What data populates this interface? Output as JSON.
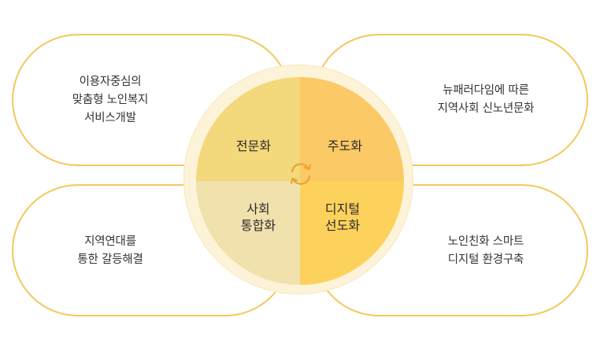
{
  "center": {
    "quadrants": [
      {
        "id": "top-left",
        "lines": [
          "전문화"
        ]
      },
      {
        "id": "top-right",
        "lines": [
          "주도화"
        ]
      },
      {
        "id": "bottom-left",
        "lines": [
          "사회",
          "통합화"
        ]
      },
      {
        "id": "bottom-right",
        "lines": [
          "디지털",
          "선도화"
        ]
      }
    ],
    "cycle_icon": "refresh-cycle-icon"
  },
  "pills": [
    {
      "id": "top-left",
      "lines": [
        "이용자중심의",
        "맞춤형 노인복지",
        "서비스개발"
      ]
    },
    {
      "id": "top-right",
      "lines": [
        "뉴패러다임에 따른",
        "지역사회 신노년문화"
      ]
    },
    {
      "id": "bottom-left",
      "lines": [
        "지역연대를",
        "통한 갈등해결"
      ]
    },
    {
      "id": "bottom-right",
      "lines": [
        "노인친화 스마트",
        "디지털 환경구축"
      ]
    }
  ],
  "colors": {
    "pill_border": "#f3c85c",
    "disk_ring": "#fdf3d9",
    "quadrant_top_left": "#f3d87c",
    "quadrant_top_right": "#fbc966",
    "quadrant_bottom_left": "#f1e1ad",
    "quadrant_bottom_right": "#fdd25c",
    "cycle_arrows": "#e8a530"
  }
}
